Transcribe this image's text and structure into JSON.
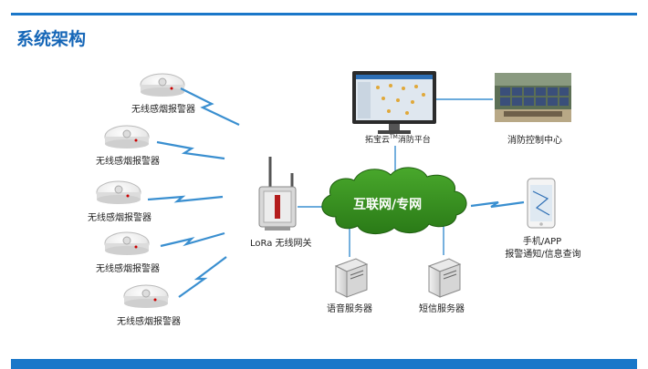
{
  "title": "系统架构",
  "detectors": [
    {
      "label": "无线感烟报警器"
    },
    {
      "label": "无线感烟报警器"
    },
    {
      "label": "无线感烟报警器"
    },
    {
      "label": "无线感烟报警器"
    },
    {
      "label": "无线感烟报警器"
    }
  ],
  "gateway": {
    "label": "LoRa 无线网关"
  },
  "cloud": {
    "label": "互联网/专网"
  },
  "platform": {
    "label_prefix": "拓宝云",
    "label_tm": "TM",
    "label_suffix": "消防平台"
  },
  "control_center": {
    "label": "消防控制中心"
  },
  "phone": {
    "line1": "手机/APP",
    "line2": "报警通知/信息查询"
  },
  "voice_server": {
    "label": "语音服务器"
  },
  "sms_server": {
    "label": "短信服务器"
  },
  "colors": {
    "accent": "#1a77c9",
    "title": "#1566b7",
    "cloud": "#2f8a1c",
    "link": "#3a8fd0"
  }
}
